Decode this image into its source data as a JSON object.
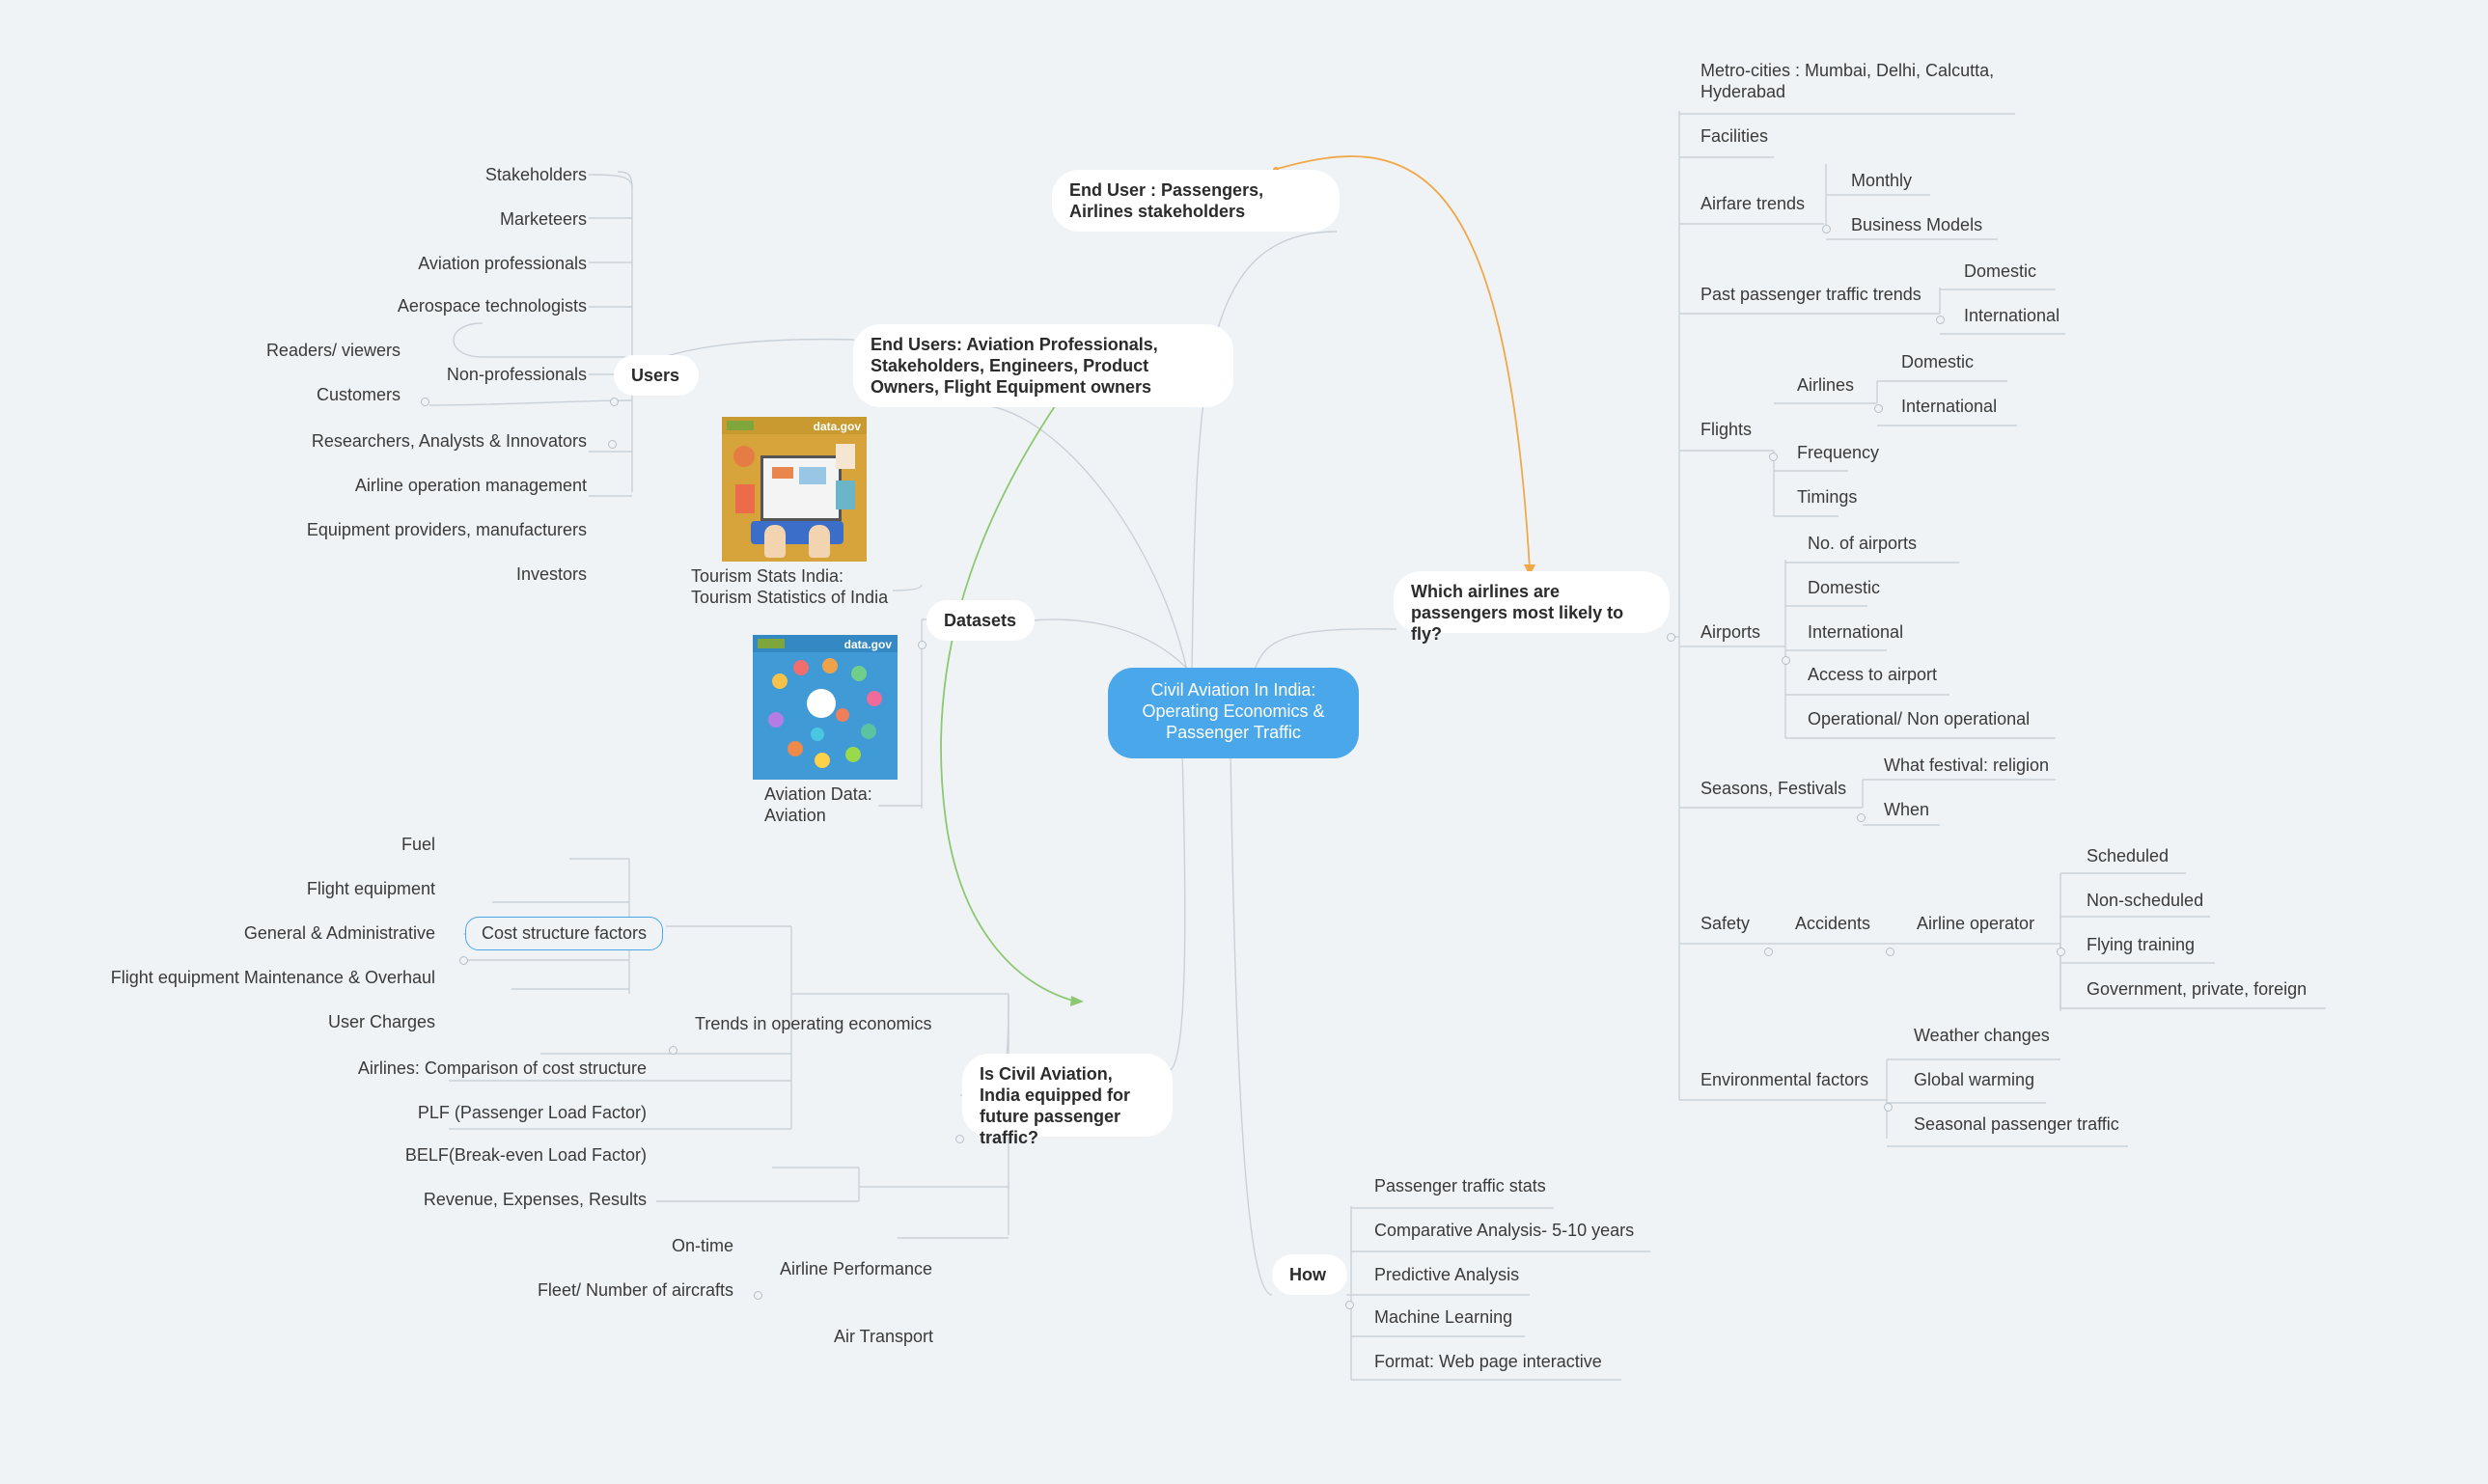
{
  "central": "Civil Aviation In India: Operating Economics & Passenger Traffic",
  "topics": {
    "end_user_passengers": "End User : Passengers, Airlines stakeholders",
    "end_users_professionals": "End Users: Aviation Professionals, Stakeholders, Engineers, Product Owners, Flight Equipment owners",
    "datasets": "Datasets",
    "is_equipped": "Is Civil Aviation, India equipped for future passenger traffic?",
    "which_airlines": "Which airlines are passengers most likely to fly?",
    "how": "How"
  },
  "users": {
    "label": "Users",
    "items": [
      "Stakeholders",
      "Marketeers",
      "Aviation professionals",
      "Aerospace technologists",
      "Readers/ viewers",
      "Non-professionals",
      "Customers",
      "Researchers, Analysts & Innovators",
      "Airline operation management",
      "Equipment providers, manufacturers",
      "Investors"
    ]
  },
  "datasets": {
    "tourism": "Tourism Stats India: Tourism Statistics of India",
    "aviation": "Aviation Data: Aviation",
    "logo_text": "data.gov"
  },
  "equipped": {
    "cost_structure": "Cost structure factors",
    "cost_items": [
      "Fuel",
      "Flight equipment",
      "General & Administrative",
      "Flight equipment Maintenance & Overhaul",
      "User Charges"
    ],
    "trends": "Trends in operating economics",
    "trend_items": [
      "Airlines: Comparison of cost structure",
      "PLF (Passenger Load Factor)",
      "BELF(Break-even Load Factor)",
      "Revenue, Expenses, Results"
    ],
    "performance": "Airline Performance",
    "performance_items": [
      "On-time",
      "Fleet/ Number of aircrafts"
    ],
    "air_transport": "Air Transport"
  },
  "which": {
    "metro": "Metro-cities : Mumbai, Delhi, Calcutta, Hyderabad",
    "facilities": "Facilities",
    "airfare": "Airfare trends",
    "airfare_items": [
      "Monthly",
      "Business Models"
    ],
    "past": "Past passenger traffic trends",
    "past_items": [
      "Domestic",
      "International"
    ],
    "flights": "Flights",
    "airlines": "Airlines",
    "airlines_items": [
      "Domestic",
      "International"
    ],
    "frequency": "Frequency",
    "timings": "Timings",
    "airports": "Airports",
    "airports_items": [
      "No. of airports",
      "Domestic",
      "International",
      "Access to airport",
      "Operational/ Non operational"
    ],
    "seasons": "Seasons, Festivals",
    "seasons_items": [
      "What festival: religion",
      "When"
    ],
    "safety": "Safety",
    "accidents": "Accidents",
    "operator": "Airline operator",
    "operator_items": [
      "Scheduled",
      "Non-scheduled",
      "Flying training",
      "Government, private, foreign"
    ],
    "environment": "Environmental factors",
    "environment_items": [
      "Weather changes",
      "Global warming",
      "Seasonal passenger traffic"
    ]
  },
  "how": {
    "items": [
      "Passenger traffic stats",
      "Comparative Analysis- 5-10 years",
      "Predictive Analysis",
      "Machine Learning",
      "Format: Web page interactive"
    ]
  },
  "colors": {
    "central": "#4aa7ea",
    "background": "#f0f3f6",
    "line": "#c9d1d8",
    "orange_arrow": "#f0a849",
    "green_arrow": "#8cc870"
  }
}
